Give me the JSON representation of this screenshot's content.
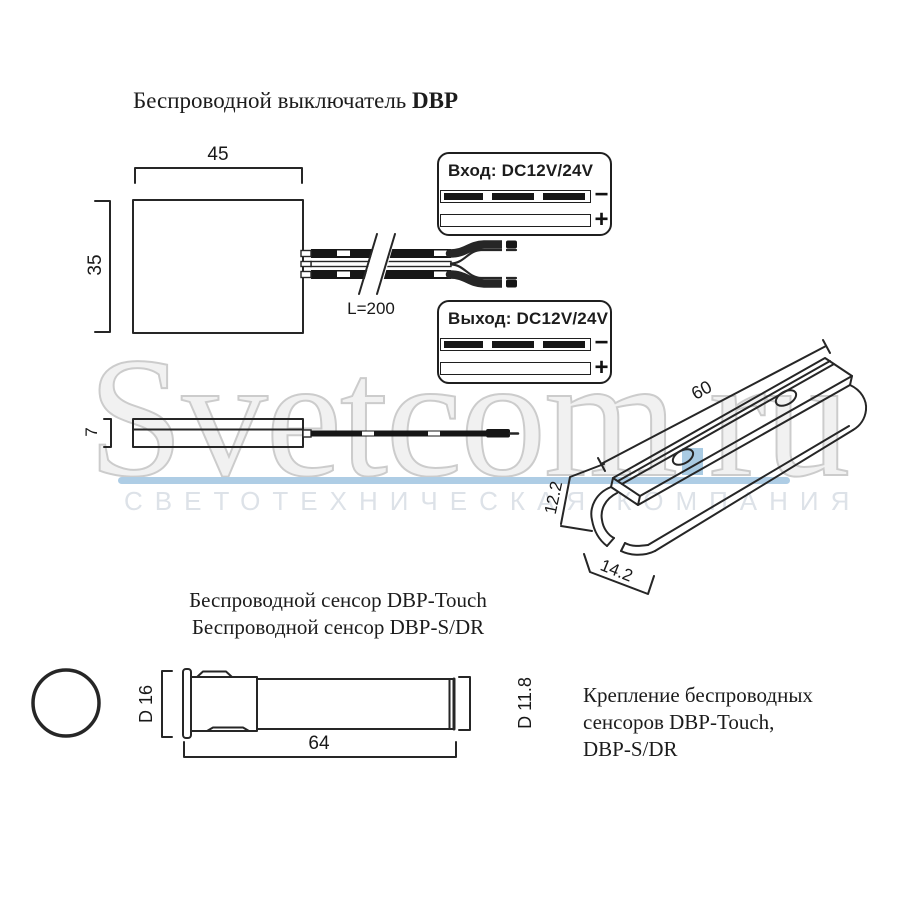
{
  "page": {
    "background": "#ffffff",
    "line_color": "#262626"
  },
  "title": {
    "prefix": "Беспроводной выключатель ",
    "model": "DBP"
  },
  "switch_drawing": {
    "width_mm": "45",
    "height_mm": "35",
    "thickness_mm": "7",
    "cable_length_label": "L=200"
  },
  "connector_blocks": {
    "input": {
      "label": "Вход: DC12V/24V",
      "minus_sign": "−",
      "plus_sign": "+"
    },
    "output": {
      "label": "Выход: DC12V/24V",
      "minus_sign": "−",
      "plus_sign": "+"
    }
  },
  "clip_drawing": {
    "length_mm": "60",
    "height_mm": "12.2",
    "width_mm": "14.2"
  },
  "sensor_section": {
    "caption_line1": "Беспроводной сенсор DBP-Touch",
    "caption_line2": "Беспроводной сенсор DBP-S/DR",
    "front_diameter": "D 16",
    "length_mm": "64",
    "body_diameter": "D 11.8",
    "mount_note": "Крепление беспроводных\nсенсоров DBP-Touch,\nDBP-S/DR"
  },
  "watermark": {
    "brand": "Svetcom",
    "tld": "ru",
    "tagline": "СВЕТОТЕХНИЧЕСКАЯ КОМПАНИЯ",
    "accent_blue": "#aecde5",
    "text_gray": "#f1f1f1"
  }
}
